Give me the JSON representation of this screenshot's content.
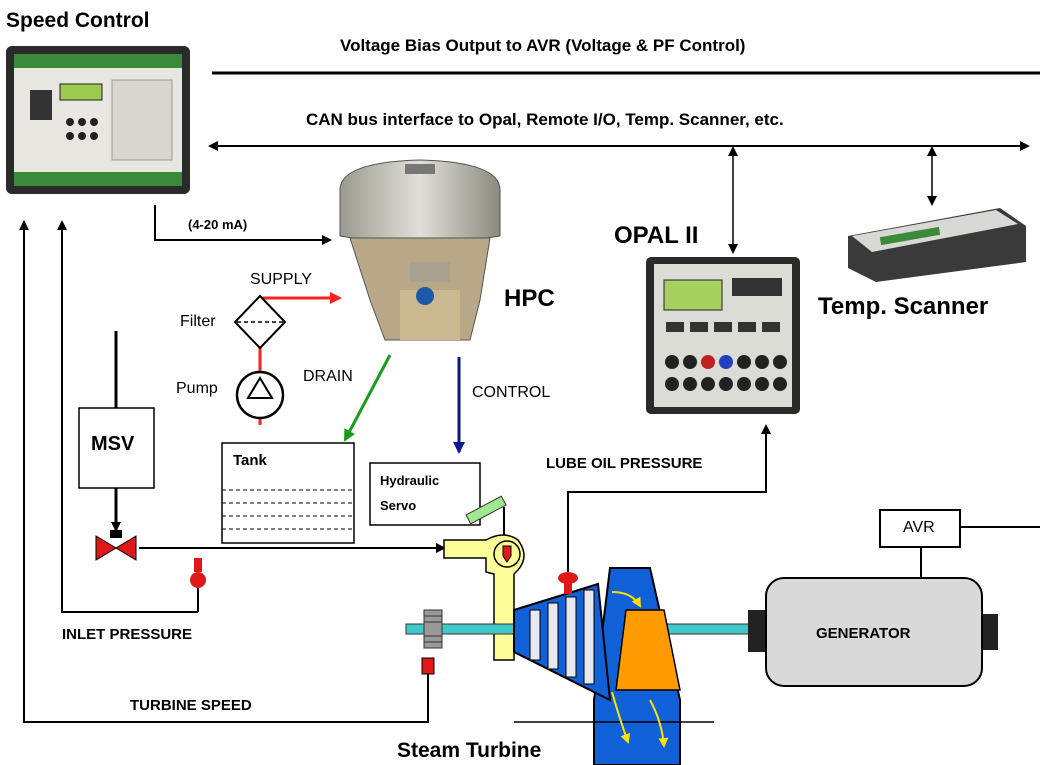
{
  "labels": {
    "speed_control": "Speed Control",
    "voltage_bias": "Voltage Bias Output to AVR (Voltage & PF Control)",
    "can_bus": "CAN bus interface to Opal, Remote I/O, Temp. Scanner, etc.",
    "ma_signal": "(4-20 mA)",
    "opal": "OPAL II",
    "hpc": "HPC",
    "temp_scanner": "Temp. Scanner",
    "supply": "SUPPLY",
    "filter": "Filter",
    "pump": "Pump",
    "drain": "DRAIN",
    "control": "CONTROL",
    "msv": "MSV",
    "tank": "Tank",
    "hydraulic_servo_1": "Hydraulic",
    "hydraulic_servo_2": "Servo",
    "lube_oil_pressure": "LUBE OIL PRESSURE",
    "avr": "AVR",
    "inlet_pressure": "INLET  PRESSURE",
    "generator": "GENERATOR",
    "turbine_speed": "TURBINE SPEED",
    "steam_turbine": "Steam Turbine"
  },
  "colors": {
    "supply_line": "#ff2020",
    "drain_line": "#1a9a1a",
    "control_line": "#0a1a8c",
    "turbine_blue": "#1060d8",
    "turbine_orange": "#ff9a00",
    "steam_pipe": "#ffff99",
    "shaft": "#40c8c8",
    "generator_fill": "#d9d9d9",
    "valve_red": "#e01818"
  }
}
